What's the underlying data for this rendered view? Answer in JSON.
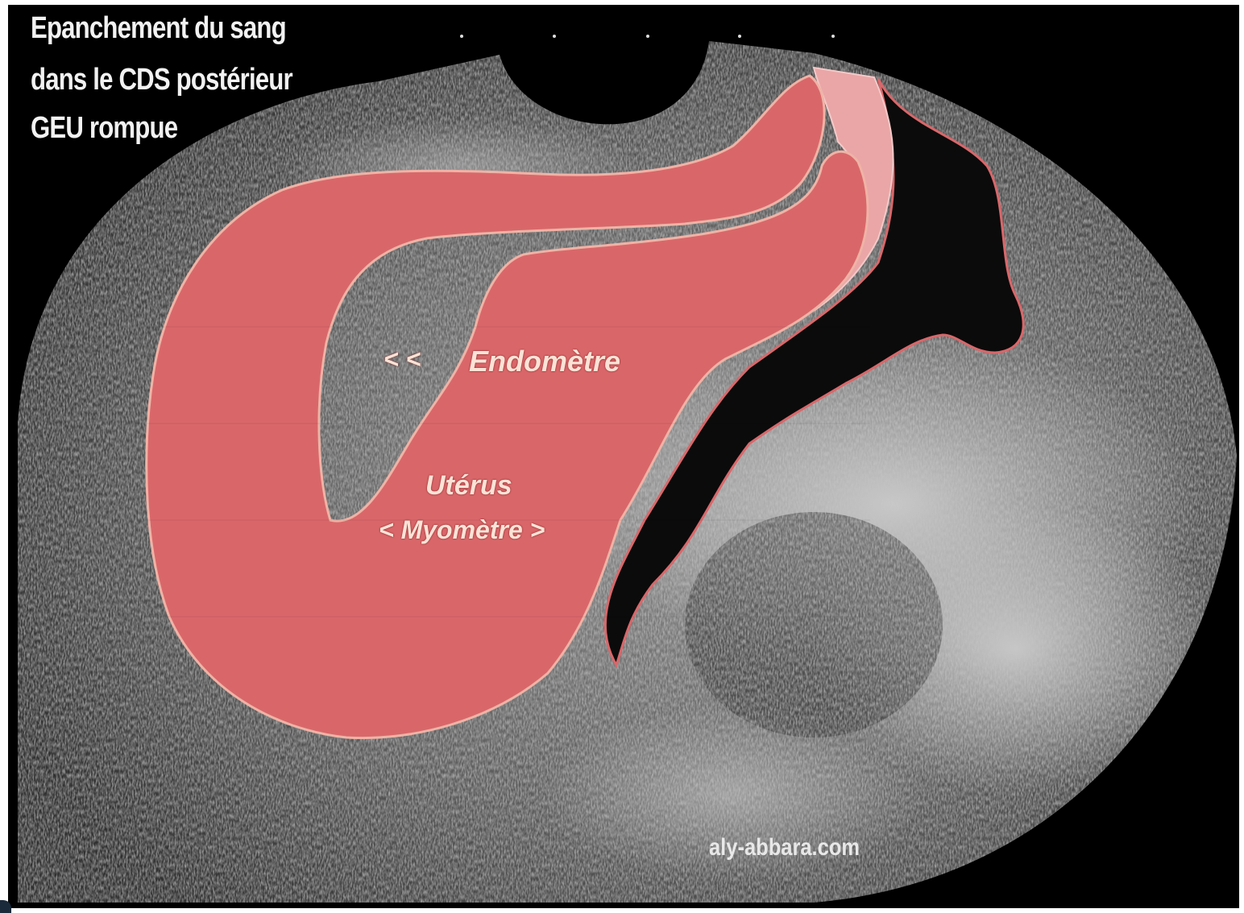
{
  "annotation": {
    "title_lines": [
      "Epanchement  du sang",
      "dans le CDS postérieur",
      "GEU rompue"
    ],
    "endometrium_arrows": "< <",
    "endometrium_label": "Endomètre",
    "uterus_label": "Utérus",
    "myometrium_label": "< Myomètre >"
  },
  "watermark": "aly-abbara.com",
  "colors": {
    "uterus_fill": "#d9676a",
    "cervix_fill": "#eaa6a6",
    "fluid_outline": "#d9676a",
    "background": "#000000"
  }
}
